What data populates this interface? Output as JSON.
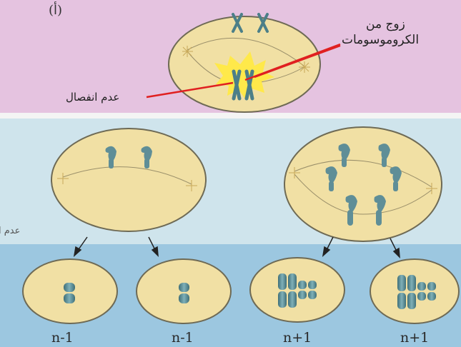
{
  "part_label": "(أ)",
  "labels": {
    "chromosome_pair_line1": "زوج من",
    "chromosome_pair_line2": "الكروموسومات",
    "nondisjunction": "عدم انفصال",
    "nondisjunction_cut": "عدم ا"
  },
  "daughter_cells": [
    {
      "label": "n-1"
    },
    {
      "label": "n-1"
    },
    {
      "label": "n+1"
    },
    {
      "label": "n+1"
    }
  ],
  "colors": {
    "top_bg": "#e5c3e0",
    "mid_bg": "#cfe4ec",
    "bottom_bg": "#9cc7e0",
    "cell_fill": "#f1e0a4",
    "cell_stroke": "#6e6a55",
    "chromosome": "#5f8e97",
    "chromosome_dark": "#3d6a73",
    "pointer": "#e02020",
    "flash": "#ffe94a"
  }
}
